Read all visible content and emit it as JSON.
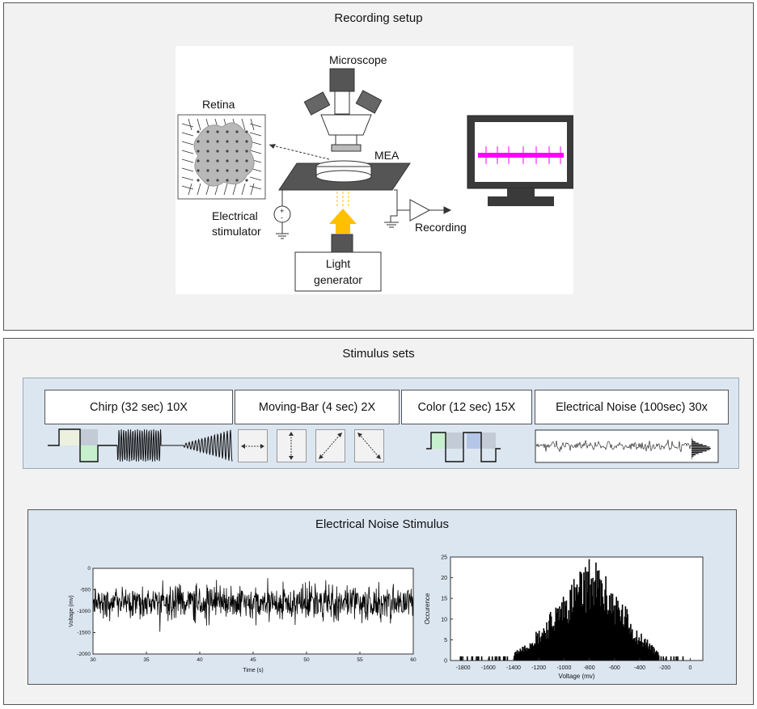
{
  "setup": {
    "title": "Recording setup",
    "labels": {
      "microscope": "Microscope",
      "retina": "Retina",
      "mea": "MEA",
      "electrical_stimulator_1": "Electrical",
      "electrical_stimulator_2": "stimulator",
      "recording": "Recording",
      "light_generator_1": "Light",
      "light_generator_2": "generator"
    },
    "colors": {
      "light_arrow": "#ffc000",
      "trace": "#ff00ff"
    }
  },
  "stimulus": {
    "title": "Stimulus sets",
    "sets": [
      {
        "label": "Chirp (32 sec) 10X"
      },
      {
        "label": "Moving-Bar (4 sec) 2X"
      },
      {
        "label": "Color (12 sec) 15X"
      },
      {
        "label": "Electrical Noise (100sec) 30x"
      }
    ],
    "bar_directions": [
      "horizontal-arrow-icon",
      "vertical-arrow-icon",
      "diagonal-up-arrow-icon",
      "diagonal-down-arrow-icon"
    ],
    "color_pulses": [
      "#c6efce",
      "#b4c6e7"
    ]
  },
  "noise": {
    "title": "Electrical Noise Stimulus"
  },
  "chart_data": [
    {
      "type": "line",
      "xlabel": "Time (s)",
      "ylabel": "Voltage (mv)",
      "xlim": [
        30,
        60
      ],
      "ylim": [
        -2000,
        0
      ],
      "xticks": [
        30,
        35,
        40,
        45,
        50,
        55,
        60
      ],
      "yticks": [
        0,
        -500,
        -1000,
        -1500,
        -2000
      ],
      "mean": -800,
      "std": 230,
      "duration_s": 30,
      "color": "#000000"
    },
    {
      "type": "bar",
      "xlabel": "Voltage (mv)",
      "ylabel": "Occurence",
      "xlim": [
        -1900,
        100
      ],
      "ylim": [
        0,
        25
      ],
      "xticks": [
        -1800,
        -1600,
        -1400,
        -1200,
        -1000,
        -800,
        -600,
        -400,
        -200,
        0
      ],
      "yticks": [
        0,
        5,
        10,
        15,
        20,
        25
      ],
      "bins_x": [
        -1800,
        -1700,
        -1600,
        -1500,
        -1400,
        -1350,
        -1300,
        -1250,
        -1200,
        -1150,
        -1100,
        -1050,
        -1000,
        -950,
        -900,
        -850,
        -800,
        -750,
        -700,
        -650,
        -600,
        -550,
        -500,
        -450,
        -400,
        -350,
        -300,
        -250,
        -200,
        -150,
        -100
      ],
      "values": [
        1,
        1,
        1,
        1,
        2,
        3,
        4,
        6,
        7,
        9,
        11,
        13,
        15,
        17,
        19,
        20,
        22,
        21,
        19,
        17,
        15,
        13,
        11,
        8,
        6,
        5,
        3,
        2,
        1,
        1,
        1
      ],
      "color": "#000000"
    }
  ]
}
